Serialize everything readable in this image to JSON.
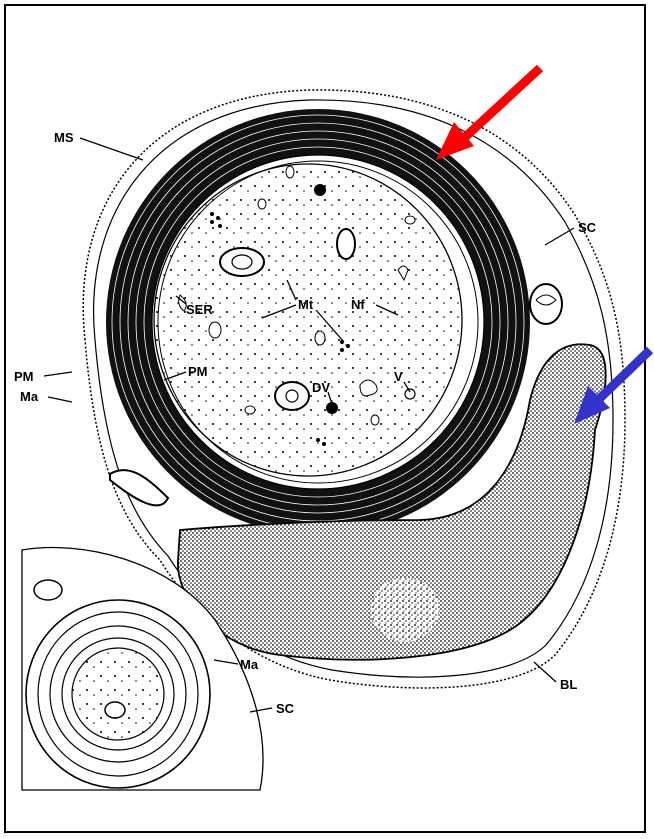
{
  "labels": {
    "ms": "MS",
    "sc_top": "SC",
    "ser": "SER",
    "mt": "Mt",
    "nf": "Nf",
    "pm_outer": "PM",
    "pm_inner": "PM",
    "dv": "DV",
    "v": "V",
    "ma_left": "Ma",
    "ma_bottom": "Ma",
    "sc_bottom": "SC",
    "bl": "BL"
  },
  "arrows": {
    "red": {
      "color": "#ff0000",
      "name": "red-arrow"
    },
    "blue": {
      "color": "#3333cc",
      "name": "blue-arrow"
    }
  }
}
